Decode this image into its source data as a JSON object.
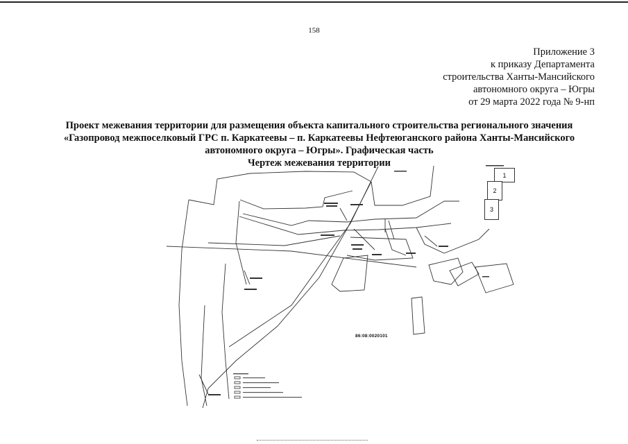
{
  "document": {
    "page_number": "158",
    "appendix": [
      "Приложение 3",
      "к приказу Департамента",
      "строительства Ханты-Мансийского",
      "автономного округа – Югры",
      "от 29 марта 2022 года № 9-нп"
    ],
    "title_lines": [
      "Проект межевания территории для размещения объекта капитального строительства регионального значения",
      "«Газопровод межпоселковый ГРС п. Каркатеевы – п. Каркатеевы Нефтеюганского района Ханты-Мансийского",
      "автономного округа – Югры». Графическая часть",
      "Чертеж межевания территории"
    ]
  },
  "drawing": {
    "parcel_number": "86:08:0020101",
    "sheet_labels": [
      "1",
      "2",
      "3"
    ]
  }
}
